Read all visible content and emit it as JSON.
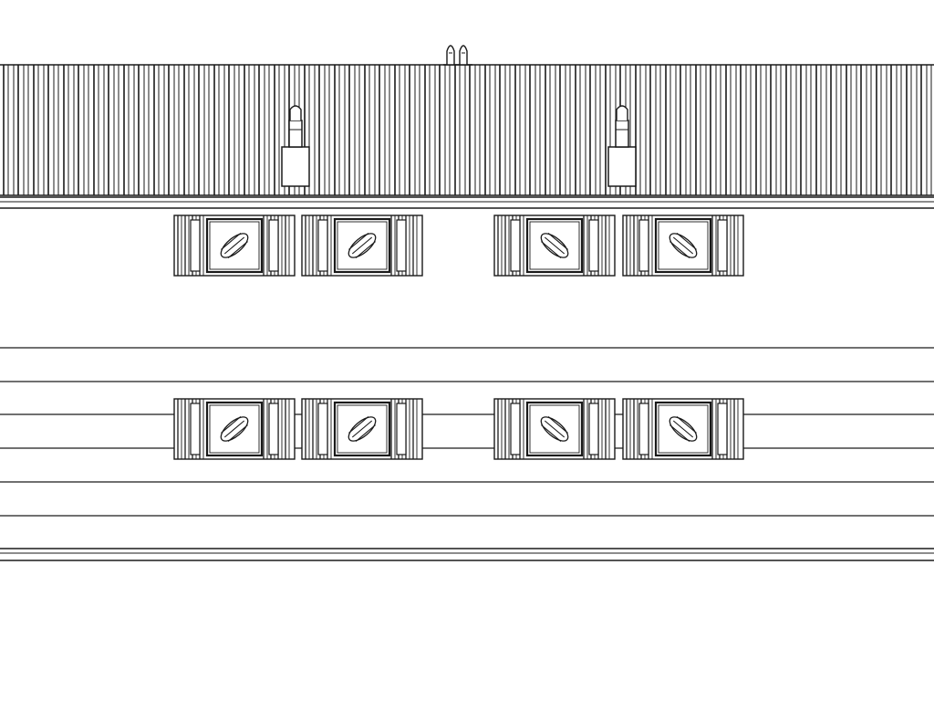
{
  "drawing": {
    "type": "building-elevation-line-drawing",
    "colors": {
      "line": "#1a1a1a",
      "background": "#ffffff",
      "glass": "#ffffff"
    },
    "roof": {
      "style": "standing-seam",
      "rooftop_features": [
        "ridge-vent",
        "chimney-left",
        "chimney-right"
      ]
    },
    "window_rows": [
      {
        "name": "upper-row",
        "units": [
          "window-1",
          "window-2",
          "window-3",
          "window-4"
        ]
      },
      {
        "name": "lower-row",
        "units": [
          "window-5",
          "window-6",
          "window-7",
          "window-8"
        ]
      }
    ],
    "siding": {
      "style": "horizontal-lap"
    }
  }
}
